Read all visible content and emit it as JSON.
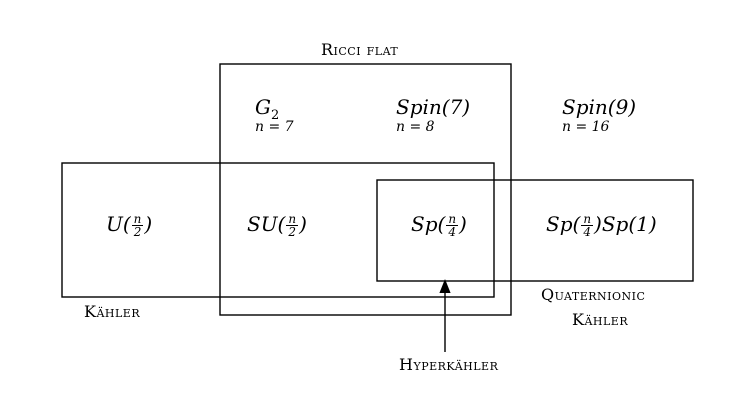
{
  "regions": {
    "ricci_flat": "Ricci flat",
    "kahler": "Kähler",
    "quaternionic_line1": "Quaternionic",
    "quaternionic_line2": "Kähler",
    "hyperkahler": "Hyperkähler"
  },
  "groups": {
    "g2": {
      "name": "G",
      "sub": "2",
      "dim": "n = 7"
    },
    "spin7": {
      "name": "Spin(7)",
      "dim": "n = 8"
    },
    "spin9": {
      "name": "Spin(9)",
      "dim": "n = 16"
    },
    "u": {
      "pre": "U(",
      "num": "n",
      "den": "2",
      "post": ")"
    },
    "su": {
      "pre": "SU(",
      "num": "n",
      "den": "2",
      "post": ")"
    },
    "sp": {
      "pre": "Sp(",
      "num": "n",
      "den": "4",
      "post": ")"
    },
    "spsp": {
      "pre": "Sp(",
      "num": "n",
      "den": "4",
      "post": ")Sp(1)"
    }
  },
  "colors": {
    "line": "#000000",
    "background": "#ffffff"
  }
}
